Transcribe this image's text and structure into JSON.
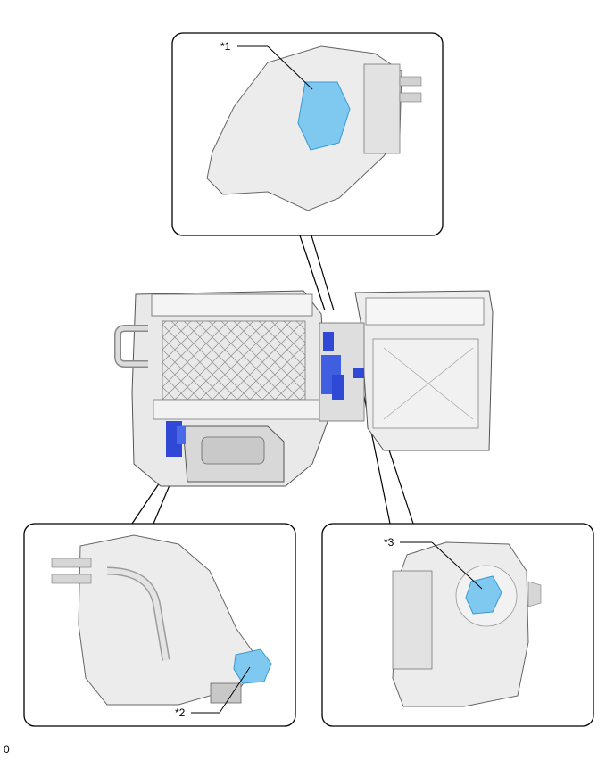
{
  "callouts": {
    "c1": "*1",
    "c2": "*2",
    "c3": "*3"
  },
  "footer_code": "0",
  "colors": {
    "highlight_light": "#7fc8f0",
    "highlight_dark": "#2f49d6",
    "outline": "#000000",
    "housing": "#e9e9e9"
  }
}
